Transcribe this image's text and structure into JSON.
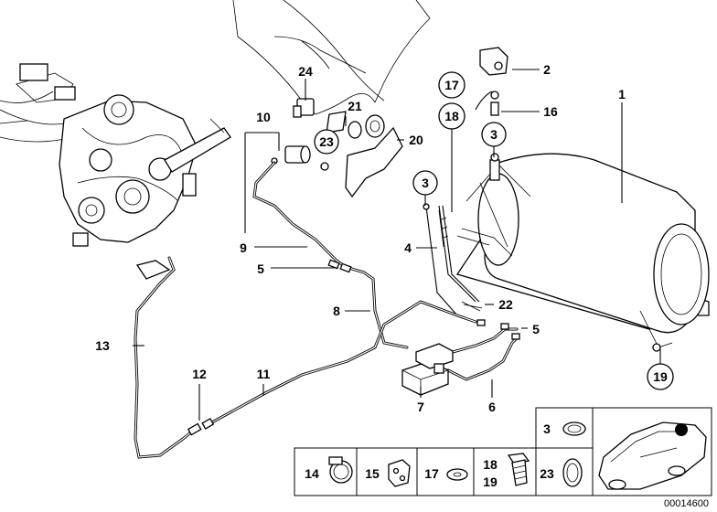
{
  "callouts": {
    "c1": "1",
    "c2": "2",
    "c3a": "3",
    "c3b": "3",
    "c4": "4",
    "c5a": "5",
    "c5b": "5",
    "c6": "6",
    "c7": "7",
    "c8": "8",
    "c9": "9",
    "c10": "10",
    "c11": "11",
    "c12": "12",
    "c13": "13",
    "c16": "16",
    "c17": "17",
    "c18": "18",
    "c19": "19",
    "c20": "20",
    "c21": "21",
    "c22": "22",
    "c23": "23",
    "c24": "24"
  },
  "legend": {
    "l3": "3",
    "l14": "14",
    "l15": "15",
    "l17": "17",
    "l18": "18",
    "l19": "19",
    "l23": "23"
  },
  "diagram_code": "00014600"
}
